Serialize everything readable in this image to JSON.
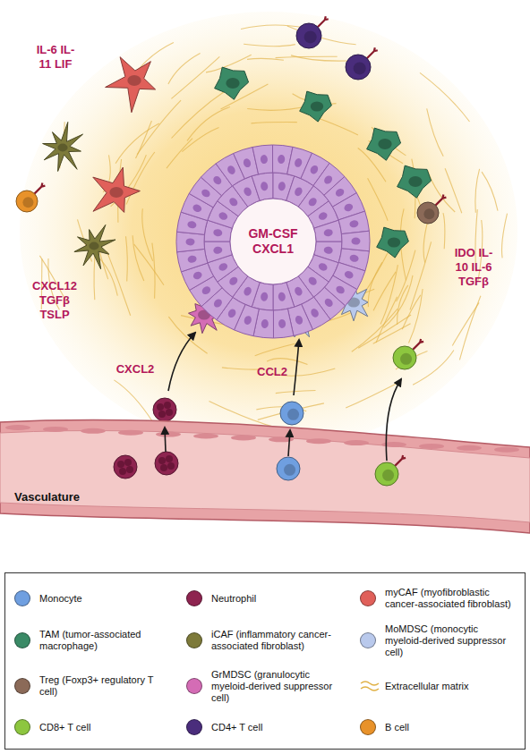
{
  "diagram": {
    "nodes": [
      {
        "text": [
          "GM-CSF CXCL1"
        ]
      },
      {
        "text": [
          "Vasculature"
        ]
      }
    ],
    "labels": [
      "IL-6 IL-11 LIF",
      "CXCL12 TGFβ TSLP",
      "IDO IL-10 IL-6 TGFβ",
      "CXCL2",
      "CCL2"
    ],
    "legend": [
      {
        "text": "Monocyte",
        "color": "#6f9fe0"
      },
      {
        "text": "Neutrophil",
        "color": "#8e2450"
      },
      {
        "text": "myCAF (myofibroblastic cancer-associated fibroblast)",
        "color": "#e0605a"
      },
      {
        "text": "TAM (tumor-associated macrophage)",
        "color": "#3a8a66"
      },
      {
        "text": "iCAF (inflammatory cancer-associated fibroblast)",
        "color": "#7d7a3a"
      },
      {
        "text": "MoMDSC (monocytic myeloid-derived suppressor cell)",
        "color": "#b9c9ec"
      },
      {
        "text": "Treg (Foxp3+ regulatory T cell)",
        "color": "#8b6a58"
      },
      {
        "text": "GrMDSC (granulocytic myeloid-derived suppressor cell)",
        "color": "#d46cb5"
      },
      {
        "text": "Extracellular matrix"
      },
      {
        "text": "CD8+ T cell",
        "color": "#8dc63f"
      },
      {
        "text": "CD4+ T cell",
        "color": "#4a2d7c"
      },
      {
        "text": "B cell",
        "color": "#e8922a"
      }
    ]
  }
}
